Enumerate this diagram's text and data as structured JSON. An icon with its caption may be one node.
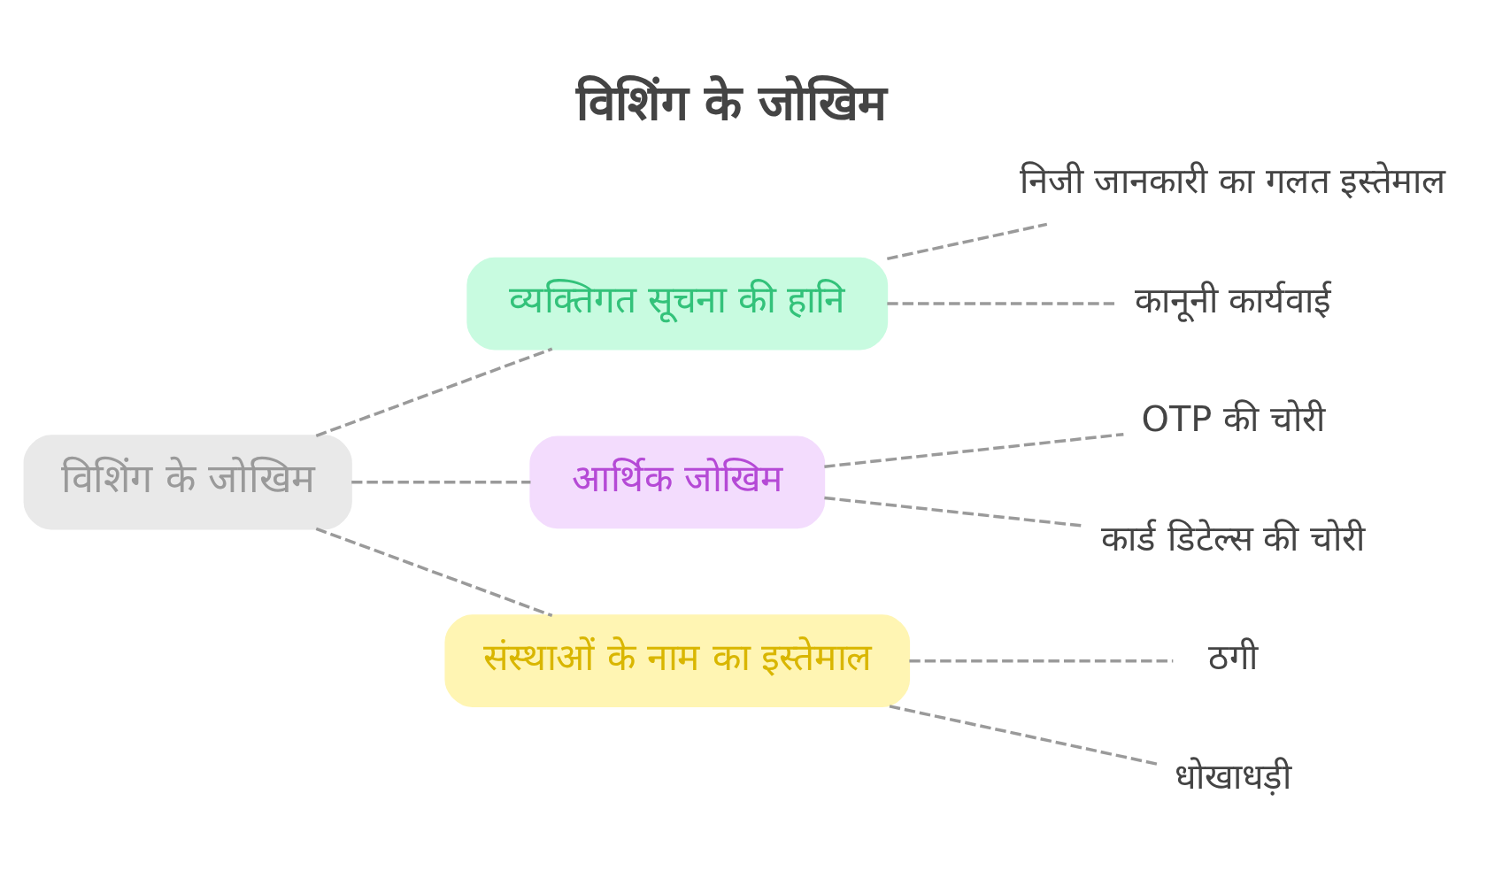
{
  "diagram": {
    "title": "विशिंग के जोखिम",
    "nodes": [
      {
        "text": [
          "विशिंग के जोखिम"
        ]
      },
      {
        "text": [
          "व्यक्तिगत सूचना की हानि"
        ]
      },
      {
        "text": [
          "निजी जानकारी का गलत इस्तेमाल"
        ]
      },
      {
        "text": [
          "कानूनी कार्यवाई"
        ]
      },
      {
        "text": [
          "आर्थिक जोखिम"
        ]
      },
      {
        "text": [
          "OTP की चोरी"
        ]
      },
      {
        "text": [
          "कार्ड डिटेल्स की चोरी"
        ]
      },
      {
        "text": [
          "संस्थाओं के नाम का इस्तेमाल"
        ]
      },
      {
        "text": [
          "ठगी"
        ]
      },
      {
        "text": [
          "धोखाधड़ी"
        ]
      }
    ],
    "edges": [
      {
        "from": 0,
        "to": 1,
        "arrow": "none",
        "style": "dashed"
      },
      {
        "from": 1,
        "to": 2,
        "arrow": "none",
        "style": "dashed"
      },
      {
        "from": 1,
        "to": 3,
        "arrow": "none",
        "style": "dashed"
      },
      {
        "from": 0,
        "to": 4,
        "arrow": "none",
        "style": "dashed"
      },
      {
        "from": 4,
        "to": 5,
        "arrow": "none",
        "style": "dashed"
      },
      {
        "from": 4,
        "to": 6,
        "arrow": "none",
        "style": "dashed"
      },
      {
        "from": 0,
        "to": 7,
        "arrow": "none",
        "style": "dashed"
      },
      {
        "from": 7,
        "to": 8,
        "arrow": "none",
        "style": "dashed"
      },
      {
        "from": 7,
        "to": 9,
        "arrow": "none",
        "style": "dashed"
      }
    ]
  }
}
